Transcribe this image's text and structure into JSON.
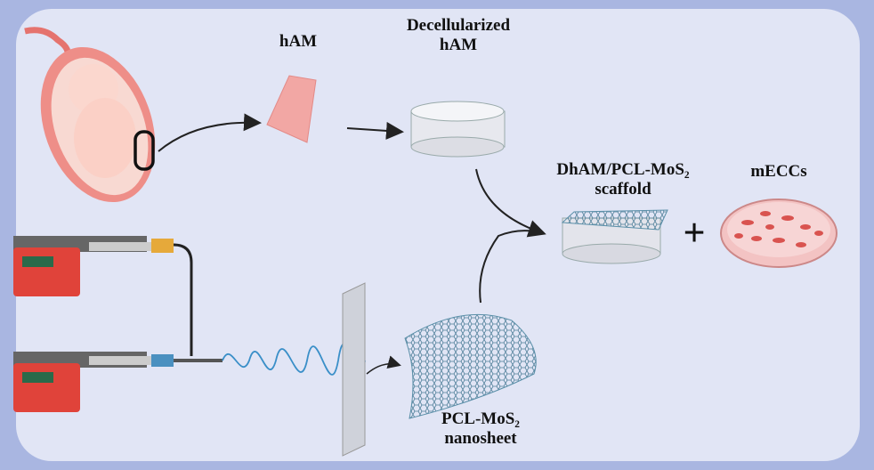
{
  "labels": {
    "ham": "hAM",
    "decell_line1": "Decellularized",
    "decell_line2": "hAM",
    "scaffold_line1": "DhAM/PCL-MoS₂",
    "scaffold_line2": "scaffold",
    "meccs": "mECCs",
    "nanosheet_line1": "PCL-MoS₂",
    "nanosheet_line2": "nanosheet",
    "plus": "+"
  },
  "colors": {
    "border": "#a9b6e1",
    "panel": "#e1e5f5",
    "tissue": "#f2a7a4",
    "pump": "#e0433a",
    "mesh": "#5a8fa8"
  }
}
